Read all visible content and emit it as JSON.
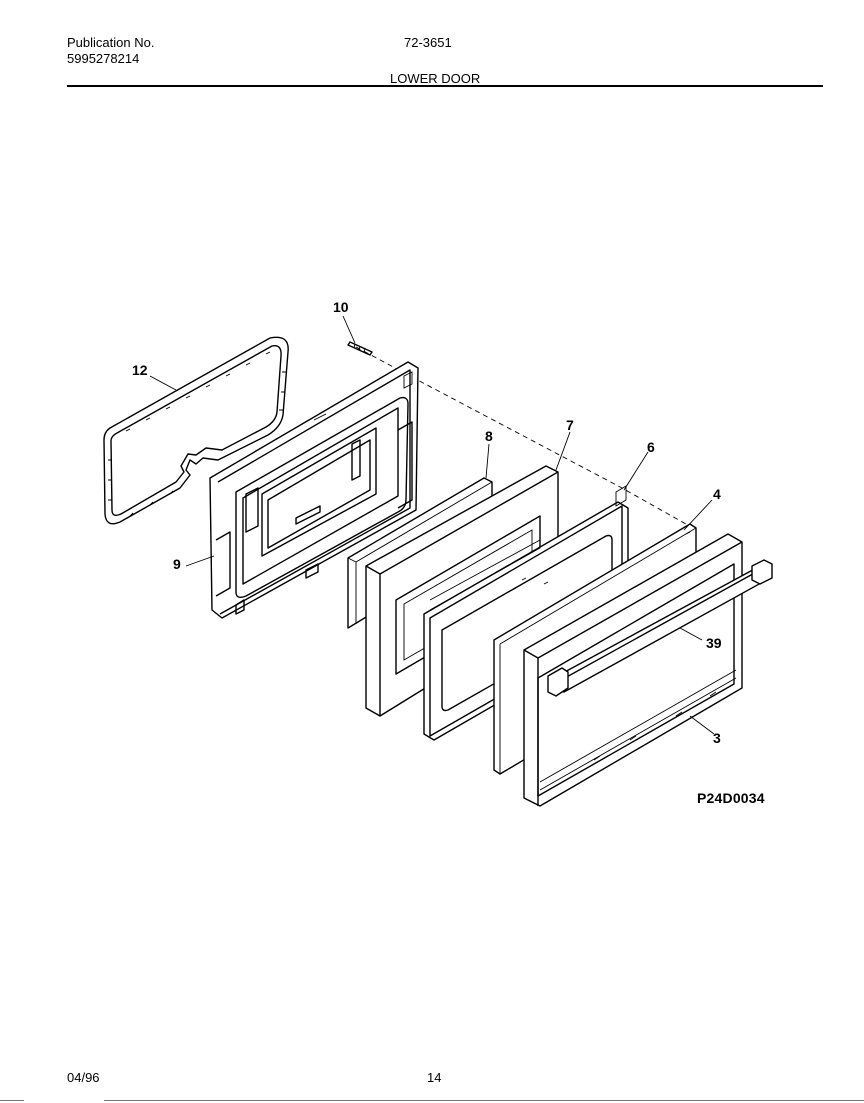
{
  "header": {
    "publication_label": "Publication No.",
    "publication_number": "5995278214",
    "model_number": "72-3651",
    "section_title": "LOWER DOOR"
  },
  "diagram": {
    "figure_code": "P24D0034",
    "callouts": [
      "10",
      "12",
      "9",
      "8",
      "7",
      "6",
      "4",
      "39",
      "3"
    ]
  },
  "footer": {
    "date": "04/96",
    "page": "14"
  }
}
